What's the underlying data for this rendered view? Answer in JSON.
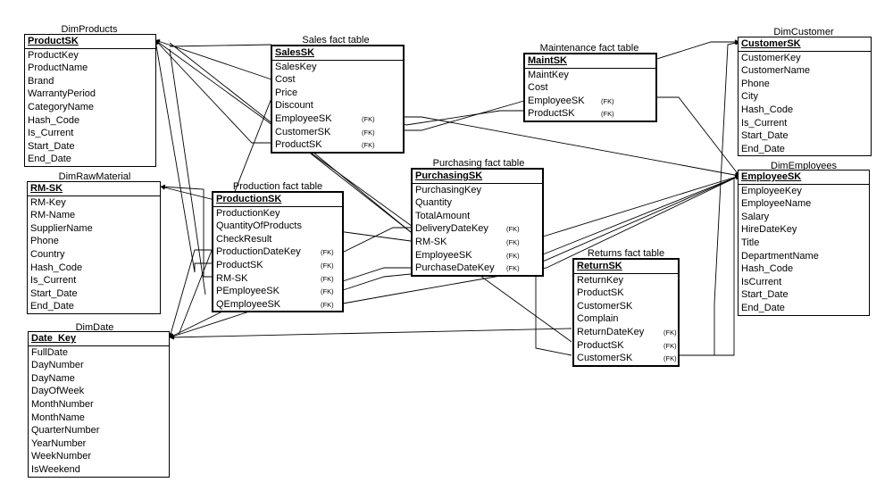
{
  "tables": {
    "dimproducts": {
      "caption": "DimProducts",
      "columns": [
        "ProductSK",
        "ProductKey",
        "ProductName",
        "Brand",
        "WarrantyPeriod",
        "CategoryName",
        "Hash_Code",
        "Is_Current",
        "Start_Date",
        "End_Date"
      ],
      "fk": [
        "",
        "",
        "",
        "",
        "",
        "",
        "",
        "",
        "",
        ""
      ]
    },
    "dimrawmaterial": {
      "caption": "DimRawMaterial",
      "columns": [
        "RM-SK",
        "RM-Key",
        "RM-Name",
        "SupplierName",
        "Phone",
        "Country",
        "Hash_Code",
        "Is_Current",
        "Start_Date",
        "End_Date"
      ],
      "fk": [
        "",
        "",
        "",
        "",
        "",
        "",
        "",
        "",
        "",
        ""
      ]
    },
    "dimdate": {
      "caption": "DimDate",
      "columns": [
        "Date_Key",
        "FullDate",
        "DayNumber",
        "DayName",
        "DayOfWeek",
        "MonthNumber",
        "MonthName",
        "QuarterNumber",
        "YearNumber",
        "WeekNumber",
        "IsWeekend"
      ],
      "fk": [
        "",
        "",
        "",
        "",
        "",
        "",
        "",
        "",
        "",
        "",
        ""
      ]
    },
    "sales": {
      "caption": "Sales fact table",
      "columns": [
        "SalesSK",
        "SalesKey",
        "Cost",
        "Price",
        "Discount",
        "EmployeeSK",
        "CustomerSK",
        "ProductSK"
      ],
      "fk": [
        "",
        "",
        "",
        "",
        "",
        "(FK)",
        "(FK)",
        "(FK)"
      ]
    },
    "production": {
      "caption": "Production fact table",
      "columns": [
        "ProductionSK",
        "ProductionKey",
        "QuantityOfProducts",
        "CheckResult",
        "ProductionDateKey",
        "ProductSK",
        "RM-SK",
        "PEmployeeSK",
        "QEmployeeSK"
      ],
      "fk": [
        "",
        "",
        "",
        "",
        "(FK)",
        "(FK)",
        "(FK)",
        "(FK)",
        "(FK)"
      ]
    },
    "purchasing": {
      "caption": "Purchasing fact table",
      "columns": [
        "PurchasingSK",
        "PurchasingKey",
        "Quantity",
        "TotalAmount",
        "DeliveryDateKey",
        "RM-SK",
        "EmployeeSK",
        "PurchaseDateKey"
      ],
      "fk": [
        "",
        "",
        "",
        "",
        "(FK)",
        "(FK)",
        "(FK)",
        "(FK)"
      ]
    },
    "maintenance": {
      "caption": "Maintenance fact table",
      "columns": [
        "MaintSK",
        "MaintKey",
        "Cost",
        "EmployeeSK",
        "ProductSK"
      ],
      "fk": [
        "",
        "",
        "",
        "(FK)",
        "(FK)"
      ]
    },
    "returns": {
      "caption": "Returns fact table",
      "columns": [
        "ReturnSK",
        "ReturnKey",
        "ProductSK",
        "CustomerSK",
        "Complain",
        "ReturnDateKey",
        "ProductSK",
        "CustomerSK"
      ],
      "fk": [
        "",
        "",
        "",
        "",
        "",
        "(FK)",
        "(FK)",
        "(FK)"
      ]
    },
    "dimcustomer": {
      "caption": "DimCustomer",
      "columns": [
        "CustomerSK",
        "CustomerKey",
        "CustomerName",
        "Phone",
        "City",
        "Hash_Code",
        "Is_Current",
        "Start_Date",
        "End_Date"
      ],
      "fk": [
        "",
        "",
        "",
        "",
        "",
        "",
        "",
        "",
        ""
      ]
    },
    "dimemployees": {
      "caption": "DimEmployees",
      "columns": [
        "EmployeeSK",
        "EmployeeKey",
        "EmployeeName",
        "Salary",
        "HireDateKey",
        "Title",
        "DepartmentName",
        "Hash_Code",
        "IsCurrent",
        "Start_Date",
        "End_Date"
      ],
      "fk": [
        "",
        "",
        "",
        "",
        "",
        "",
        "",
        "",
        "",
        "",
        ""
      ]
    }
  }
}
